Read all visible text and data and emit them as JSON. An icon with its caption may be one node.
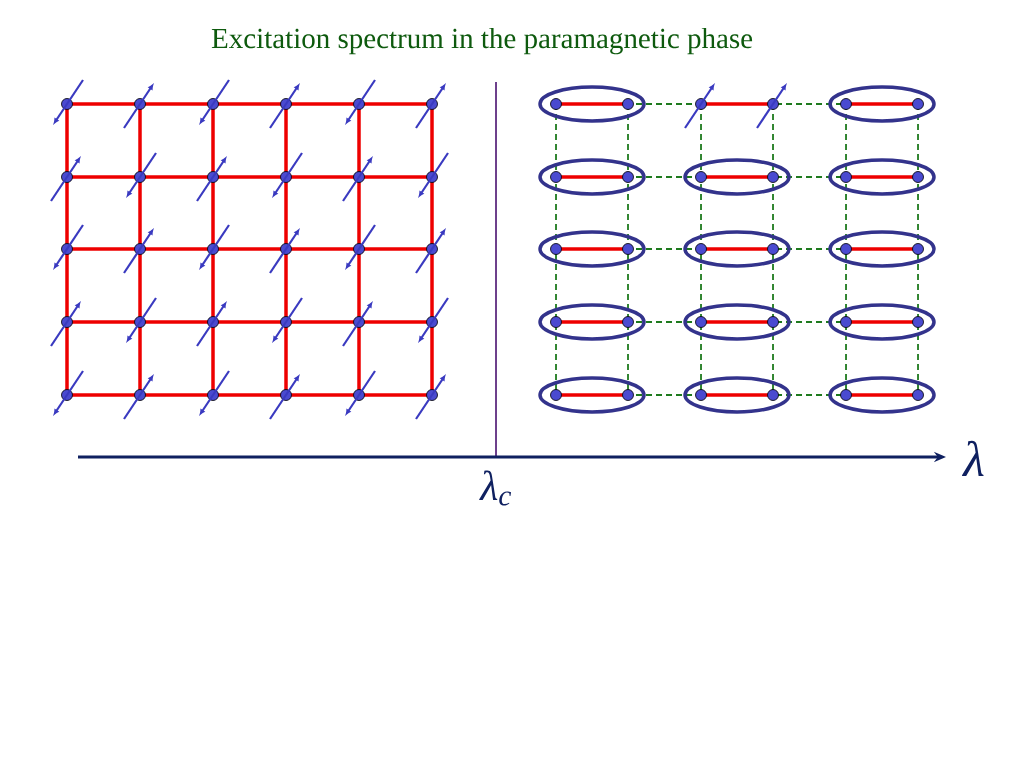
{
  "diagram": {
    "title": "Excitation spectrum in the paramagnetic phase",
    "labels": [
      "λ$_{c}$",
      "λ"
    ]
  }
}
